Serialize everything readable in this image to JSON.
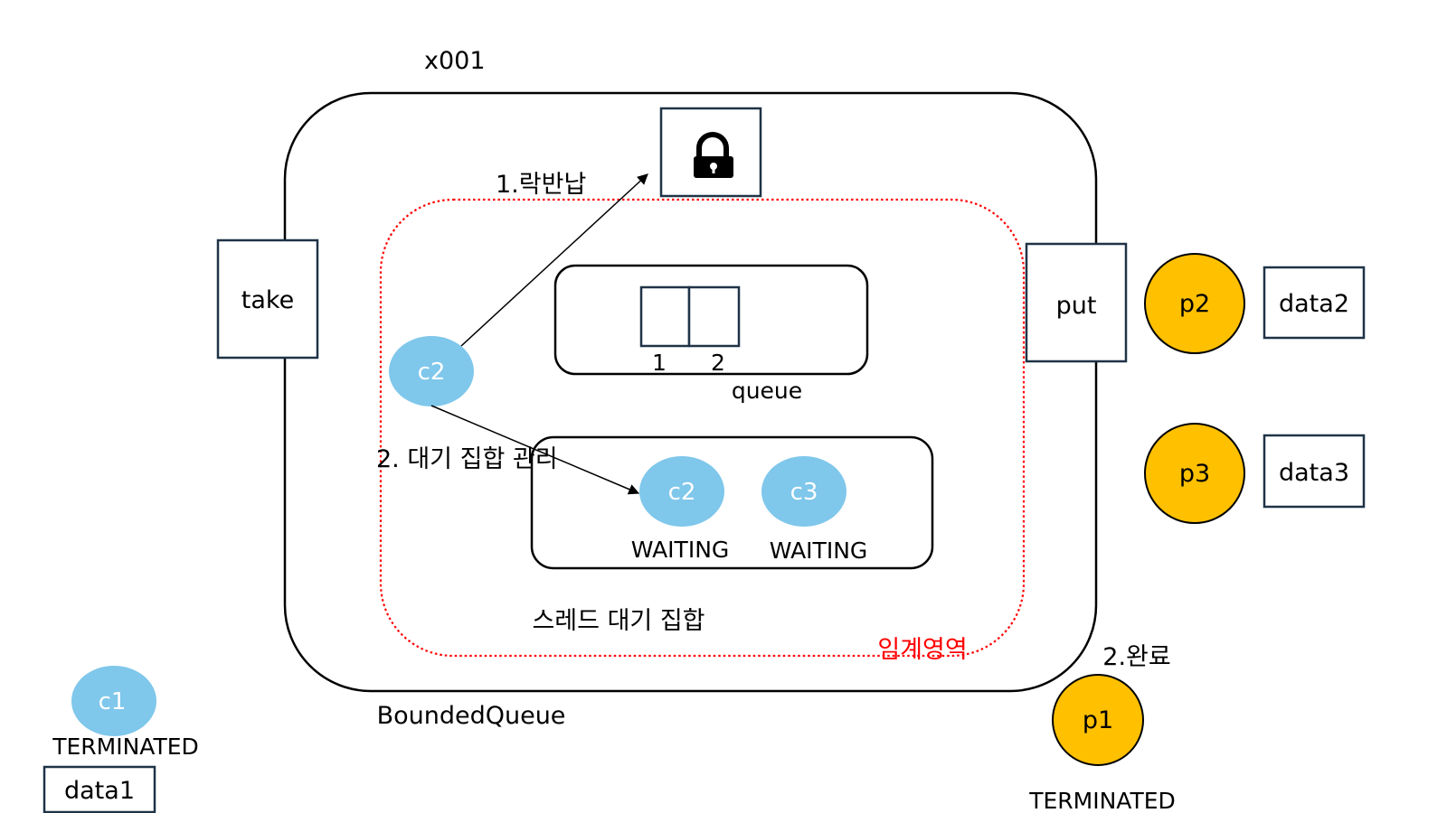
{
  "colors": {
    "consumer_thread": "#7fc7eb",
    "producer_thread": "#ffc000",
    "critical_section": "#ff0000",
    "box_border": "#1f3347"
  },
  "labels": {
    "instance_id": "x001",
    "object_name": "BoundedQueue",
    "take_method": "take",
    "put_method": "put",
    "queue_name": "queue",
    "queue_slot_1": "1",
    "queue_slot_2": "2",
    "wait_set": "스레드 대기 집합",
    "critical_section": "임계영역",
    "lock_icon": "lock-icon"
  },
  "arrows": {
    "release_lock": "1.락반납",
    "manage_wait_set": "2. 대기 집합 관리"
  },
  "threads": {
    "c2_active": {
      "name": "c2"
    },
    "c2_waiting": {
      "name": "c2",
      "state": "WAITING"
    },
    "c3_waiting": {
      "name": "c3",
      "state": "WAITING"
    },
    "c1": {
      "name": "c1",
      "state": "TERMINATED",
      "data": "data1"
    },
    "p1": {
      "name": "p1",
      "state": "TERMINATED",
      "note": "2.완료"
    },
    "p2": {
      "name": "p2",
      "data": "data2"
    },
    "p3": {
      "name": "p3",
      "data": "data3"
    }
  }
}
